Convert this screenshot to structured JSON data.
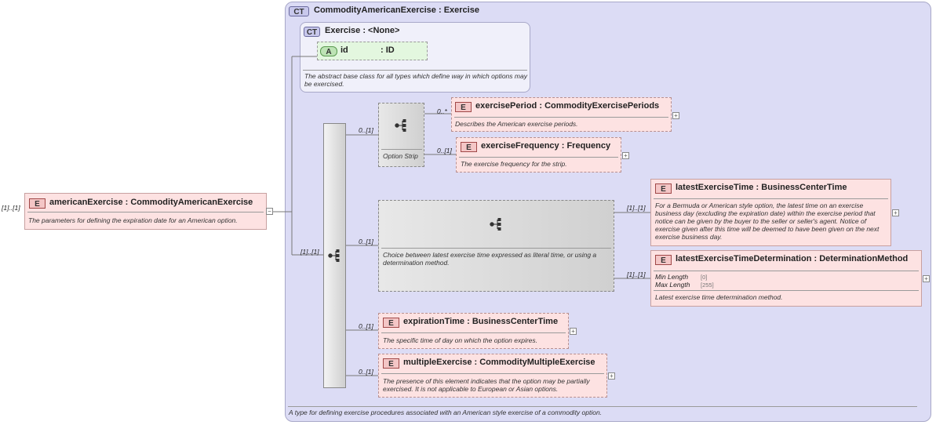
{
  "complex_type": {
    "badge": "CT",
    "name": "CommodityAmericanExercise",
    "type": ": Exercise",
    "description": "A type for defining exercise procedures associated with an American style exercise of a commodity option."
  },
  "base_type": {
    "badge": "CT",
    "name": "Exercise",
    "type": ": <None>",
    "attribute": {
      "badge": "A",
      "name": "id",
      "type": ": ID"
    },
    "description": "The abstract base class for all types which define way in which options may be exercised."
  },
  "root": {
    "badge": "E",
    "cardinality": "[1]..[1]",
    "name": "americanExercise",
    "type": ": CommodityAmericanExercise",
    "description": "The parameters for defining the expiration date for an American option."
  },
  "sequence": {
    "cardinality": "[1]..[1]"
  },
  "option_strip": {
    "cardinality": "0..[1]",
    "label": "Option Strip",
    "elements": [
      {
        "badge": "E",
        "cardinality": "0..*",
        "name": "exercisePeriod",
        "type": ": CommodityExercisePeriods",
        "description": "Describes the American exercise periods."
      },
      {
        "badge": "E",
        "cardinality": "0..[1]",
        "name": "exerciseFrequency",
        "type": ": Frequency",
        "description": "The exercise frequency for the strip."
      }
    ]
  },
  "choice": {
    "cardinality": "0..[1]",
    "description": "Choice between latest exercise time expressed as literal time, or using a determination method.",
    "elements": [
      {
        "badge": "E",
        "cardinality": "[1]..[1]",
        "name": "latestExerciseTime",
        "type": ": BusinessCenterTime",
        "description": "For a Bermuda or American style option, the latest time on an exercise business day (excluding the expiration date) within the exercise period that notice can be given by the buyer to the seller or seller's agent. Notice of exercise given after this time will be deemed to have been given on the next exercise business day."
      },
      {
        "badge": "E",
        "cardinality": "[1]..[1]",
        "name": "latestExerciseTimeDetermination",
        "type": ": DeterminationMethod",
        "facets": [
          {
            "label": "Min Length",
            "value": "[0]"
          },
          {
            "label": "Max Length",
            "value": "[255]"
          }
        ],
        "description": "Latest exercise time determination method."
      }
    ]
  },
  "expiration_time": {
    "badge": "E",
    "cardinality": "0..[1]",
    "name": "expirationTime",
    "type": ": BusinessCenterTime",
    "description": "The specific time of day on which the option expires."
  },
  "multiple_exercise": {
    "badge": "E",
    "cardinality": "0..[1]",
    "name": "multipleExercise",
    "type": ": CommodityMultipleExercise",
    "description": "The presence of this element indicates that the option may be partially exercised. It is not applicable to European or Asian options."
  },
  "expand_symbol": "+",
  "collapse_symbol": "−"
}
